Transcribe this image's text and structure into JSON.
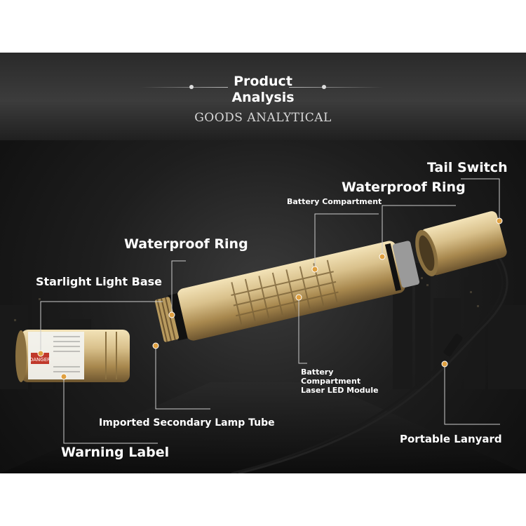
{
  "header": {
    "title_line1": "Product",
    "title_line2": "Analysis",
    "subtitle": "GOODS ANALYTICAL"
  },
  "callouts": {
    "tail_switch": "Tail Switch",
    "waterproof_ring_right": "Waterproof Ring",
    "battery_compartment": "Battery Compartment",
    "waterproof_ring_left": "Waterproof Ring",
    "starlight_light_base": "Starlight Light Base",
    "battery_module_line1": "Battery",
    "battery_module_line2": "Compartment",
    "battery_module_line3": "Laser LED Module",
    "imported_lamp_tube": "Imported Secondary Lamp Tube",
    "portable_lanyard": "Portable Lanyard",
    "warning_label": "Warning Label"
  },
  "product_label": {
    "danger_text": "DANGER"
  },
  "colors": {
    "background_dark": "#111111",
    "gold": "#d8c08a",
    "gold_dark": "#8a7040",
    "callout_dot": "#e0a040",
    "callout_line": "#cccccc"
  }
}
